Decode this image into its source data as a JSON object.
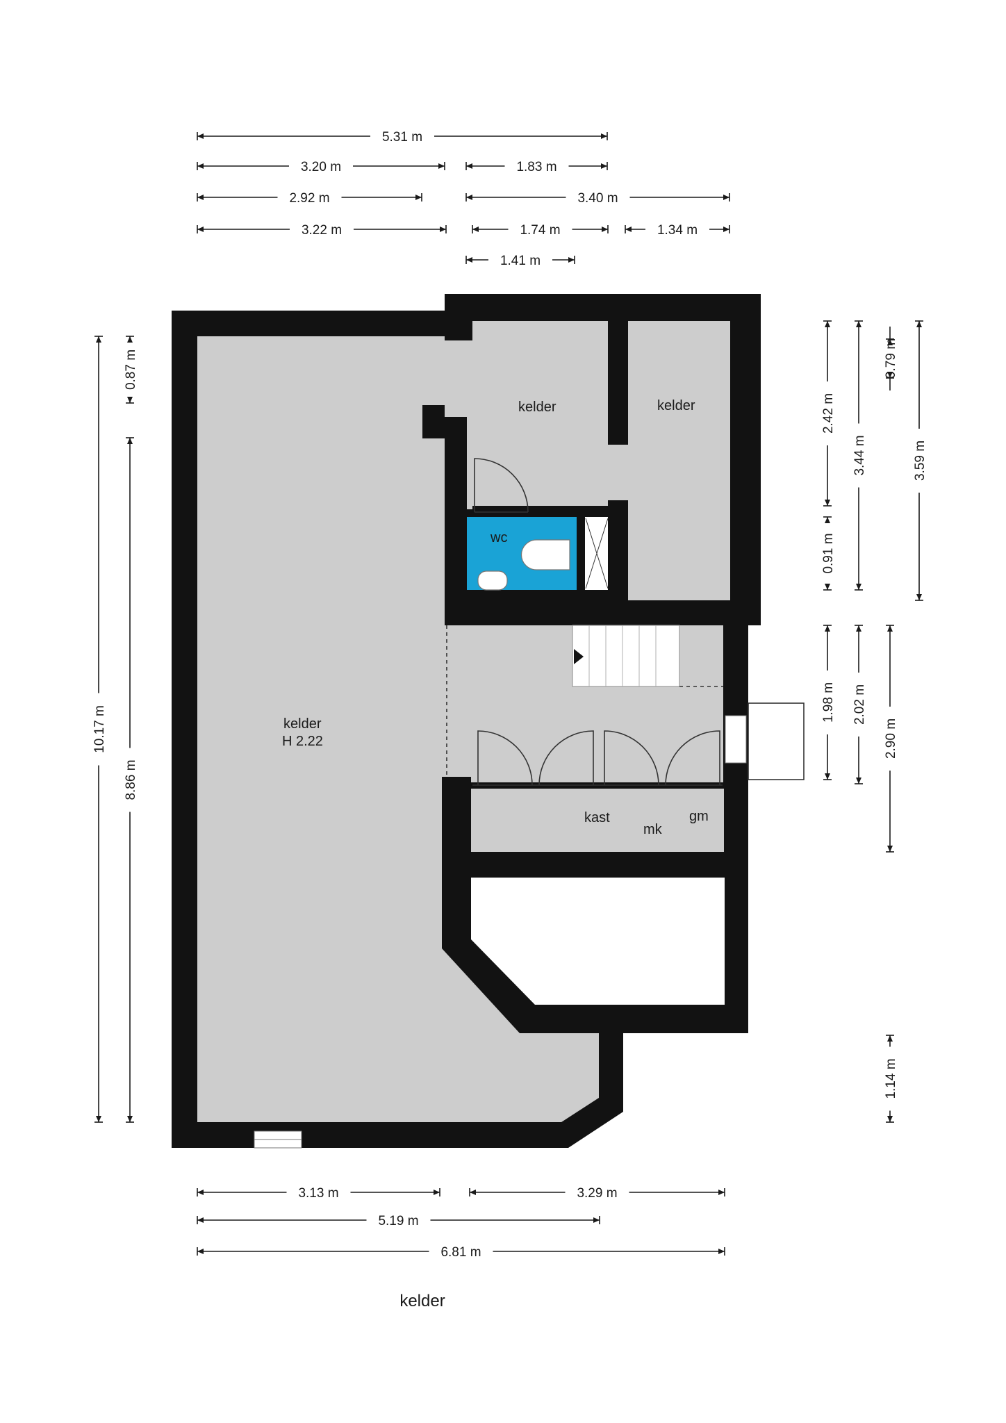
{
  "floor_title": "kelder",
  "rooms": {
    "main_name": "kelder",
    "main_height": "H 2.22",
    "kelder_a": "kelder",
    "kelder_b": "kelder",
    "wc": "wc",
    "kast": "kast",
    "mk": "mk",
    "gm": "gm"
  },
  "dimensions": {
    "top": [
      "5.31 m",
      "3.20 m",
      "1.83 m",
      "2.92 m",
      "3.40 m",
      "3.22 m",
      "1.74 m",
      "1.34 m",
      "1.41 m"
    ],
    "bottom": [
      "3.13 m",
      "3.29 m",
      "5.19 m",
      "6.81 m"
    ],
    "left": [
      "10.17 m",
      "0.87 m",
      "8.86 m"
    ],
    "right": [
      "2.42 m",
      "0.91 m",
      "3.44 m",
      "0.79 m",
      "3.59 m",
      "1.98 m",
      "2.02 m",
      "2.90 m",
      "1.14 m"
    ]
  },
  "colors": {
    "wall": "#121212",
    "floor": "#cdcdcd",
    "wc": "#1aa3d6"
  }
}
